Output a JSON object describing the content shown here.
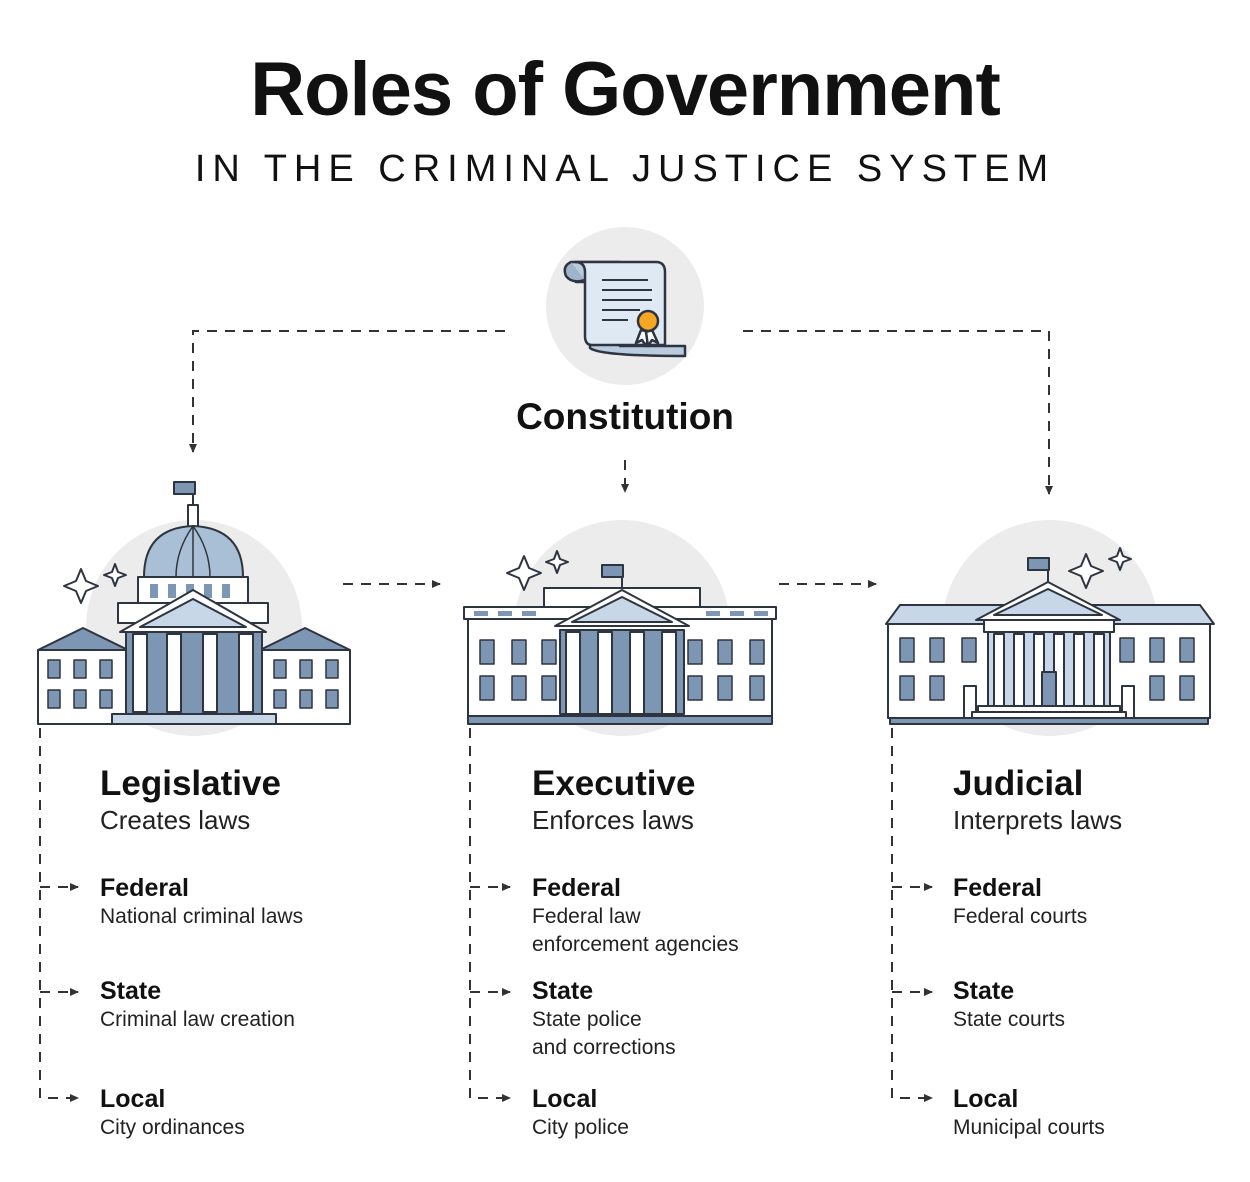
{
  "title": "Roles of Government",
  "subtitle": "IN THE CRIMINAL JUSTICE SYSTEM",
  "constitution": {
    "label": "Constitution"
  },
  "branches": [
    {
      "name": "Legislative",
      "role": "Creates laws",
      "levels": [
        {
          "name": "Federal",
          "desc": "National criminal laws"
        },
        {
          "name": "State",
          "desc": "Criminal law creation"
        },
        {
          "name": "Local",
          "desc": "City ordinances"
        }
      ]
    },
    {
      "name": "Executive",
      "role": "Enforces laws",
      "levels": [
        {
          "name": "Federal",
          "desc": "Federal law\nenforcement agencies"
        },
        {
          "name": "State",
          "desc": "State police\nand corrections"
        },
        {
          "name": "Local",
          "desc": "City police"
        }
      ]
    },
    {
      "name": "Judicial",
      "role": "Interprets laws",
      "levels": [
        {
          "name": "Federal",
          "desc": "Federal courts"
        },
        {
          "name": "State",
          "desc": "State courts"
        },
        {
          "name": "Local",
          "desc": "Municipal courts"
        }
      ]
    }
  ],
  "colors": {
    "blue": "#7d96b4",
    "light_blue": "#c7d7e7",
    "circle": "#ececec",
    "stroke": "#2e3440",
    "seal": "#f5a623"
  }
}
